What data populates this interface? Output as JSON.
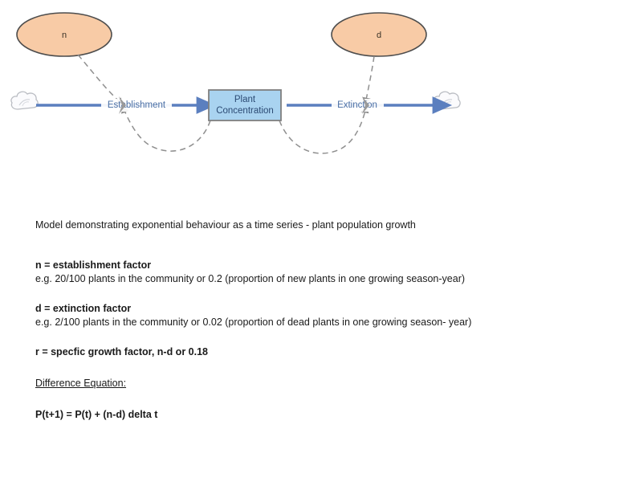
{
  "diagram": {
    "title": "plant population stock and flow diagram",
    "colors": {
      "converter_fill": "#F8CBA6",
      "converter_stroke": "#4d4d4d",
      "stock_fill": "#A9D3F0",
      "stock_stroke": "#7f7f7f",
      "flow_blue": "#5B7FBF",
      "connector_gray": "#8c8c8c",
      "cloud_stroke": "#b9bcc2",
      "label_blue": "#4a6fa5"
    },
    "converters": [
      {
        "id": "n",
        "label": "n"
      },
      {
        "id": "d",
        "label": "d"
      }
    ],
    "stock": {
      "label_line1": "Plant",
      "label_line2": "Concentration"
    },
    "flows": [
      {
        "id": "establishment",
        "label": "Establishment"
      },
      {
        "id": "extinction",
        "label": "Extinction"
      }
    ],
    "clouds": [
      {
        "id": "source-cloud",
        "label": "source"
      },
      {
        "id": "sink-cloud",
        "label": "sink"
      }
    ]
  },
  "notes": {
    "intro": "Model demonstrating exponential behaviour as a time series - plant population growth",
    "n_heading": "n = establishment factor",
    "n_detail": "e.g. 20/100 plants in the community or 0.2 (proportion of new plants in one growing season-year)",
    "d_heading": "d = extinction factor",
    "d_detail": "e.g. 2/100 plants in the community or 0.02 (proportion of dead plants in one growing season- year)",
    "r_line": "r = specfic growth factor, n-d or 0.18",
    "difference_heading": "Difference Equation:",
    "equation": "P(t+1) = P(t) + (n-d) delta t"
  }
}
